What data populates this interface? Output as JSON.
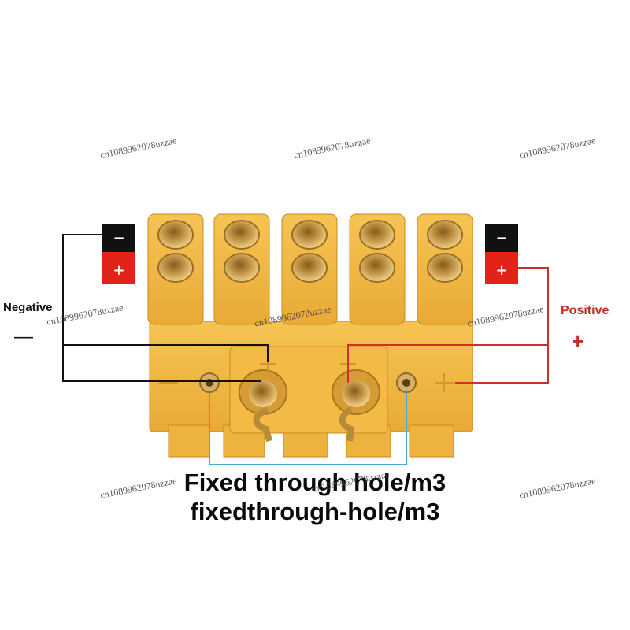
{
  "labels": {
    "negative": "Negative",
    "negative_sign": "—",
    "positive": "Positive",
    "positive_sign": "+"
  },
  "badges": {
    "minus": "−",
    "plus": "+"
  },
  "caption": {
    "line1": "Fixed through hole/m3",
    "line2": "fixedthrough-hole/m3"
  },
  "watermark": "cn1089962078uzzae",
  "colors": {
    "connector_body": "#f0b840",
    "connector_shadow": "#c98a1e",
    "brass": "#c59a4c",
    "negative_wire": "#111111",
    "positive_wire": "#d0302a",
    "mount_lead": "#4aa8c8",
    "badge_black": "#111111",
    "badge_red": "#e2231a"
  }
}
